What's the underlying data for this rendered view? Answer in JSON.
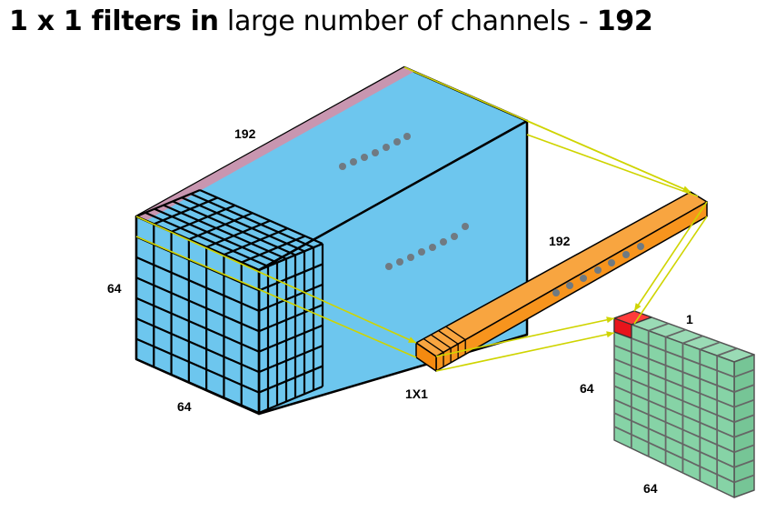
{
  "title": {
    "part1": "1 x 1 filters in",
    "part2": " large number of channels - ",
    "part3": "192"
  },
  "labels": {
    "input_depth": "192",
    "input_height": "64",
    "input_width": "64",
    "filter_depth": "192",
    "filter_size": "1X1",
    "output_depth": "1",
    "output_height": "64",
    "output_width": "64"
  },
  "colors": {
    "input_volume": "#6dc6ee",
    "input_top_stripe": "#c896b0",
    "filter": "#f7941d",
    "output": "#86d3a6",
    "output_highlight": "#e8141b",
    "projection_lines": "#cfd400",
    "dots": "#707a82"
  }
}
